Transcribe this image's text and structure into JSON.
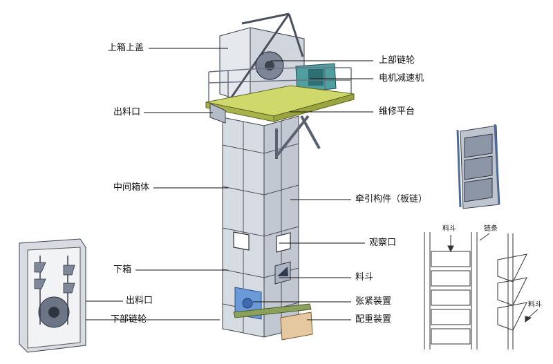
{
  "labels": {
    "top_cover": "上箱上盖",
    "outlet_upper": "出料口",
    "middle_casing": "中间箱体",
    "lower_casing": "下箱",
    "upper_sprocket": "上部链轮",
    "motor_reducer": "电机减速机",
    "maintenance_platform": "维修平台",
    "traction_member": "牵引构件（板链）",
    "observation_port": "观察口",
    "bucket": "料斗",
    "tensioning_device": "张紧装置",
    "counterweight_device": "配重装置",
    "outlet_lower": "出料口",
    "lower_sprocket": "下部链轮"
  },
  "sketch_labels": {
    "bucket_top": "料斗",
    "chain": "链条",
    "bucket_side": "料斗"
  }
}
